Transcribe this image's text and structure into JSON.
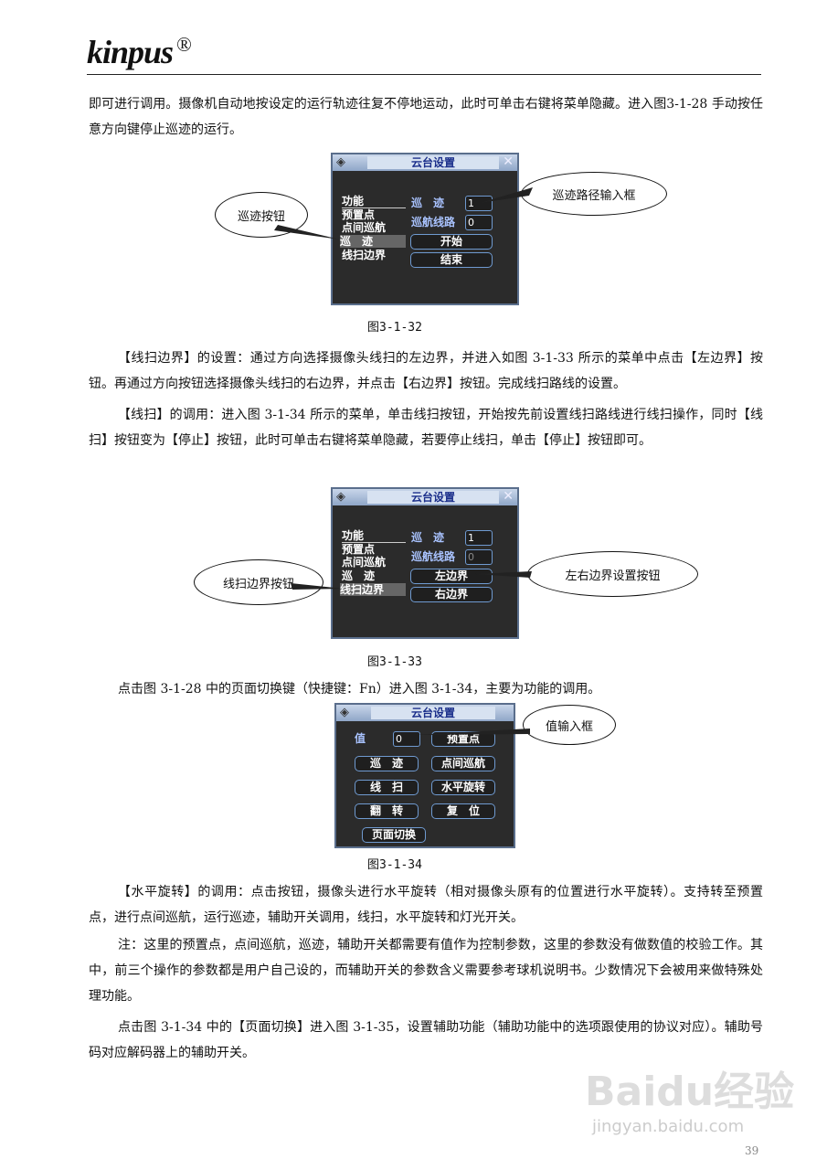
{
  "header": {
    "logo": "kinpus",
    "reg": "®"
  },
  "paras": {
    "p1": "即可进行调用。摄像机自动地按设定的运行轨迹往复不停地运动，此时可单击右键将菜单隐藏。进入图3-1-28 手动按任意方向键停止巡迹的运行。",
    "p2": "【线扫边界】的设置：通过方向选择摄像头线扫的左边界，并进入如图 3-1-33 所示的菜单中点击【左边界】按钮。再通过方向按钮选择摄像头线扫的右边界，并点击【右边界】按钮。完成线扫路线的设置。",
    "p3": "【线扫】的调用：进入图 3-1-34 所示的菜单，单击线扫按钮，开始按先前设置线扫路线进行线扫操作，同时【线扫】按钮变为【停止】按钮，此时可单击右键将菜单隐藏，若要停止线扫，单击【停止】按钮即可。",
    "p4": "点击图 3-1-28 中的页面切换键（快捷键：Fn）进入图 3-1-34，主要为功能的调用。",
    "p5": "【水平旋转】的调用：点击按钮，摄像头进行水平旋转（相对摄像头原有的位置进行水平旋转）。支持转至预置点，进行点间巡航，运行巡迹，辅助开关调用，线扫，水平旋转和灯光开关。",
    "p6": "注：这里的预置点，点间巡航，巡迹，辅助开关都需要有值作为控制参数，这里的参数没有做数值的校验工作。其中，前三个操作的参数都是用户自己设的，而辅助开关的参数含义需要参考球机说明书。少数情况下会被用来做特殊处理功能。",
    "p7": "点击图 3-1-34 中的【页面切换】进入图 3-1-35，设置辅助功能（辅助功能中的选项跟使用的协议对应）。辅助号码对应解码器上的辅助开关。"
  },
  "dialog": {
    "title": "云台设置",
    "menu": [
      "功能",
      "预置点",
      "点间巡航",
      "巡　迹",
      "线扫边界"
    ],
    "track_label": "巡　迹",
    "route_label": "巡航线路",
    "track_value": "1",
    "route_value": "0"
  },
  "fig32": {
    "start": "开始",
    "end": "结束",
    "caption": "图3-1-32",
    "bubble_left": "巡迹按钮",
    "bubble_right": "巡迹路径输入框"
  },
  "fig33": {
    "left": "左边界",
    "right": "右边界",
    "caption": "图3-1-33",
    "bubble_left": "线扫边界按钮",
    "bubble_right": "左右边界设置按钮"
  },
  "fig34": {
    "value_label": "值",
    "value": "0",
    "buttons": [
      "预置点",
      "巡　迹",
      "点间巡航",
      "线　扫",
      "水平旋转",
      "翻　转",
      "复　位",
      "页面切换"
    ],
    "caption": "图3-1-34",
    "bubble": "值输入框"
  },
  "footer": {
    "page": "39",
    "watermark": "Baidu经验",
    "watermark_url": "jingyan.baidu.com"
  }
}
